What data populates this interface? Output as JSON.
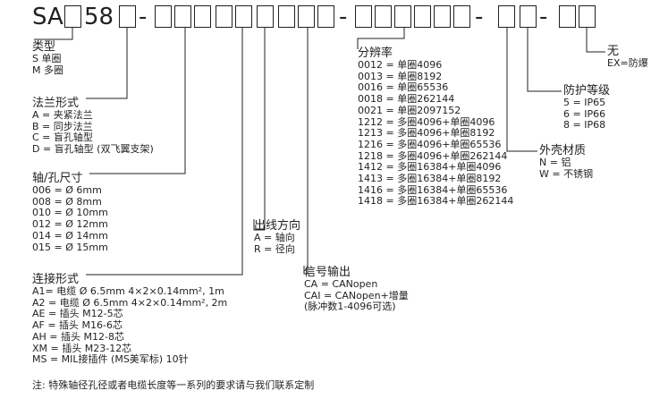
{
  "code": {
    "prefix": "SA",
    "mid": "58",
    "dash": "-"
  },
  "groups": {
    "type": {
      "title": "类型",
      "items": [
        "S 单圈",
        "M 多圈"
      ]
    },
    "flange": {
      "title": "法兰形式",
      "items": [
        "A = 夹紧法兰",
        "B = 同步法兰",
        "C = 盲孔轴型",
        "D = 盲孔轴型 (双飞翼支架)"
      ]
    },
    "shaft": {
      "title": "轴/孔尺寸",
      "items": [
        "006 = Ø 6mm",
        "008 = Ø 8mm",
        "010 = Ø 10mm",
        "012 = Ø 12mm",
        "014 = Ø 14mm",
        "015 = Ø 15mm"
      ]
    },
    "connection": {
      "title": "连接形式",
      "items": [
        "A1= 电缆 Ø 6.5mm 4×2×0.14mm²,  1m",
        "A2 = 电缆 Ø 6.5mm 4×2×0.14mm²,  2m",
        "AE = 插头 M12-5芯",
        "AF = 插头 M16-6芯",
        "AH = 插头 M12-8芯",
        "XM = 插头 M23-12芯",
        "MS = MIL接插件 (MS美军标) 10针"
      ]
    },
    "outlet": {
      "title": "出线方向",
      "items": [
        "A = 轴向",
        "R = 径向"
      ]
    },
    "signal": {
      "title": "信号输出",
      "items": [
        "CA = CANopen",
        "CAI = CANopen+增量",
        "(脉冲数1-4096可选)"
      ]
    },
    "resolution": {
      "title": "分辨率",
      "items": [
        "0012 = 单圈4096",
        "0013 = 单圈8192",
        "0016 = 单圈65536",
        "0018 = 单圈262144",
        "0021 = 单圈2097152",
        "1212 = 多圈4096+单圈4096",
        "1213 = 多圈4096+单圈8192",
        "1216 = 多圈4096+单圈65536",
        "1218 = 多圈4096+单圈262144",
        "1412 = 多圈16384+单圈4096",
        "1413 = 多圈16384+单圈8192",
        "1416 = 多圈16384+单圈65536",
        "1418 = 多圈16384+单圈262144"
      ]
    },
    "material": {
      "title": "外壳材质",
      "items": [
        "N = 铝",
        "W = 不锈钢"
      ]
    },
    "protection": {
      "title": "防护等级",
      "items": [
        "5 = IP65",
        "6 = IP66",
        "8 = IP68"
      ]
    },
    "explosion": {
      "title": "无",
      "items": [
        "EX=防爆"
      ]
    }
  },
  "footnote": "注: 特殊轴径孔径或者电缆长度等一系列的要求请与我们联系定制"
}
